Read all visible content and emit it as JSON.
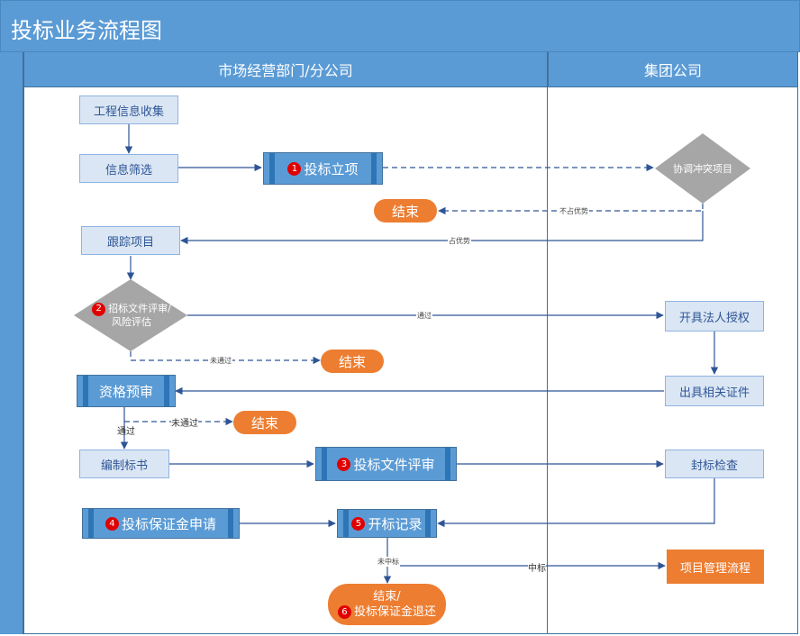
{
  "title": "投标业务流程图",
  "lanes": {
    "left": "市场经营部门/分公司",
    "right": "集团公司"
  },
  "nodes": {
    "info_collect": "工程信息收集",
    "info_filter": "信息筛选",
    "bid_project": "投标立项",
    "coordinate": "协调冲突项目",
    "end1": "结束",
    "track": "跟踪项目",
    "review_line1": "招标文件评审/",
    "review_line2": "风险评估",
    "legal_auth": "开具法人授权",
    "end2": "结束",
    "prequal": "资格预审",
    "certs": "出具相关证件",
    "end3": "结束",
    "compile": "编制标书",
    "bid_doc_review": "投标文件评审",
    "seal_check": "封标检查",
    "deposit_apply": "投标保证金申请",
    "open_record": "开标记录",
    "project_mgmt": "项目管理流程",
    "final_line1": "结束/",
    "final_line2": "投标保证金退还"
  },
  "badges": {
    "b1": "1",
    "b2": "2",
    "b3": "3",
    "b4": "4",
    "b5": "5",
    "b6": "6"
  },
  "edge_labels": {
    "no_advantage": "不占优势",
    "advantage": "占优势",
    "pass1": "通过",
    "fail1": "未通过",
    "pass2": "通过",
    "fail2": "未通过",
    "not_win": "未中标",
    "win": "中标"
  },
  "colors": {
    "header_blue": "#5b9bd5",
    "box_fill": "#dae6f3",
    "orange": "#ed7d31",
    "diamond_gray": "#a6a6a6",
    "line": "#2f5597",
    "badge_red": "#e00000"
  }
}
